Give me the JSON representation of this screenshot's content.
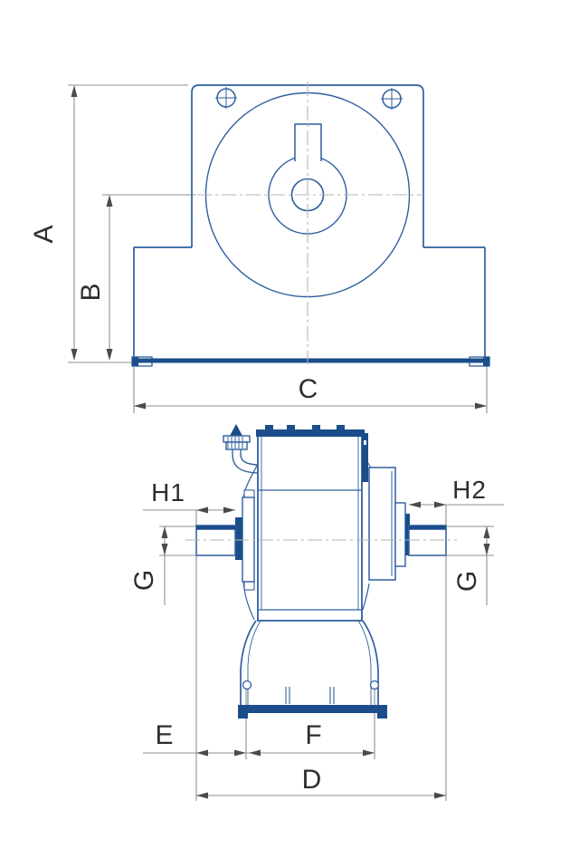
{
  "drawing": {
    "labels": {
      "a": "A",
      "b": "B",
      "c": "C",
      "d": "D",
      "e": "E",
      "f": "F",
      "g_left": "G",
      "g_right": "G",
      "h1": "H1",
      "h2": "H2"
    },
    "colors": {
      "outline_blue": "#2f5f9f",
      "solid_blue": "#1b4d8a",
      "dimension_line": "#8f8f8f",
      "arrow": "#4a4a4a",
      "dimension_text": "#2d2d2d",
      "centerline": "#b5b5b5",
      "background": "#ffffff"
    }
  }
}
